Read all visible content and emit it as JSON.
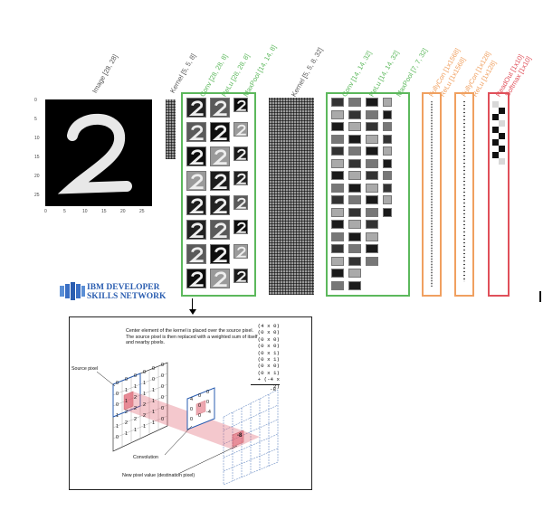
{
  "labels": {
    "image": "Image [28, 28]",
    "kernel1": "Kernel [5, 5, 8]",
    "conv1": "Conv [28, 28, 8]",
    "relu1": "ReLu [28, 28, 8]",
    "maxpool1": "MaxPool [14, 14, 8]",
    "kernel2": "Kernel [5, 5, 8, 32]",
    "conv2": "Conv [14, 14, 32]",
    "relu2": "ReLu [14, 14, 32]",
    "maxpool2": "MaxPool [7, 7, 32]",
    "fullycon1": "FullyCon [1x1568]",
    "relu3": "ReLu [1x1568]",
    "fullycon2": "FullyCon [1x128]",
    "relu4": "ReLu [1x128]",
    "readout": "ReadOut [1x10]",
    "softmax": "Softmax [1x10]"
  },
  "axis": {
    "y_ticks": [
      "0",
      "5",
      "10",
      "15",
      "20",
      "25"
    ],
    "x_ticks": [
      "0",
      "5",
      "10",
      "15",
      "20",
      "25"
    ]
  },
  "logo": {
    "line1": "IBM DEVELOPER",
    "line2": "SKILLS NETWORK"
  },
  "convolution": {
    "description": "Center element of the kernel is placed over the source pixel. The source pixel is then replaced with a weighted sum of itself and nearby pixels.",
    "source_label": "Source pixel",
    "convolution_label": "Convolution",
    "dest_label": "New pixel value (destination pixel)",
    "equation": [
      "(4 x 0)",
      "(0 x 0)",
      "(0 x 0)",
      "(0 x 0)",
      "(0 x 1)",
      "(0 x 1)",
      "(0 x 0)",
      "(0 x 1)",
      "+ (-4 x 2)"
    ],
    "result": "-8",
    "kernel_values": [
      "4",
      "0",
      "0",
      "0",
      "0",
      "0",
      "0",
      "0",
      "-4"
    ],
    "output_value": "-8",
    "source_grid": [
      [
        "0",
        "0",
        "0",
        "0",
        "0",
        "0"
      ],
      [
        "0",
        "1",
        "1",
        "1",
        "0",
        "0"
      ],
      [
        "0",
        "1",
        "2",
        "1",
        "1",
        "0"
      ],
      [
        "1",
        "2",
        "2",
        "2",
        "1",
        "0"
      ],
      [
        "1",
        "2",
        "2",
        "2",
        "1",
        "0"
      ],
      [
        "0",
        "1",
        "1",
        "1",
        "1",
        "0"
      ]
    ]
  },
  "colors": {
    "green": "#5cb85c",
    "orange": "#f0a060",
    "red": "#e0505a",
    "blue": "#2a5db0"
  }
}
